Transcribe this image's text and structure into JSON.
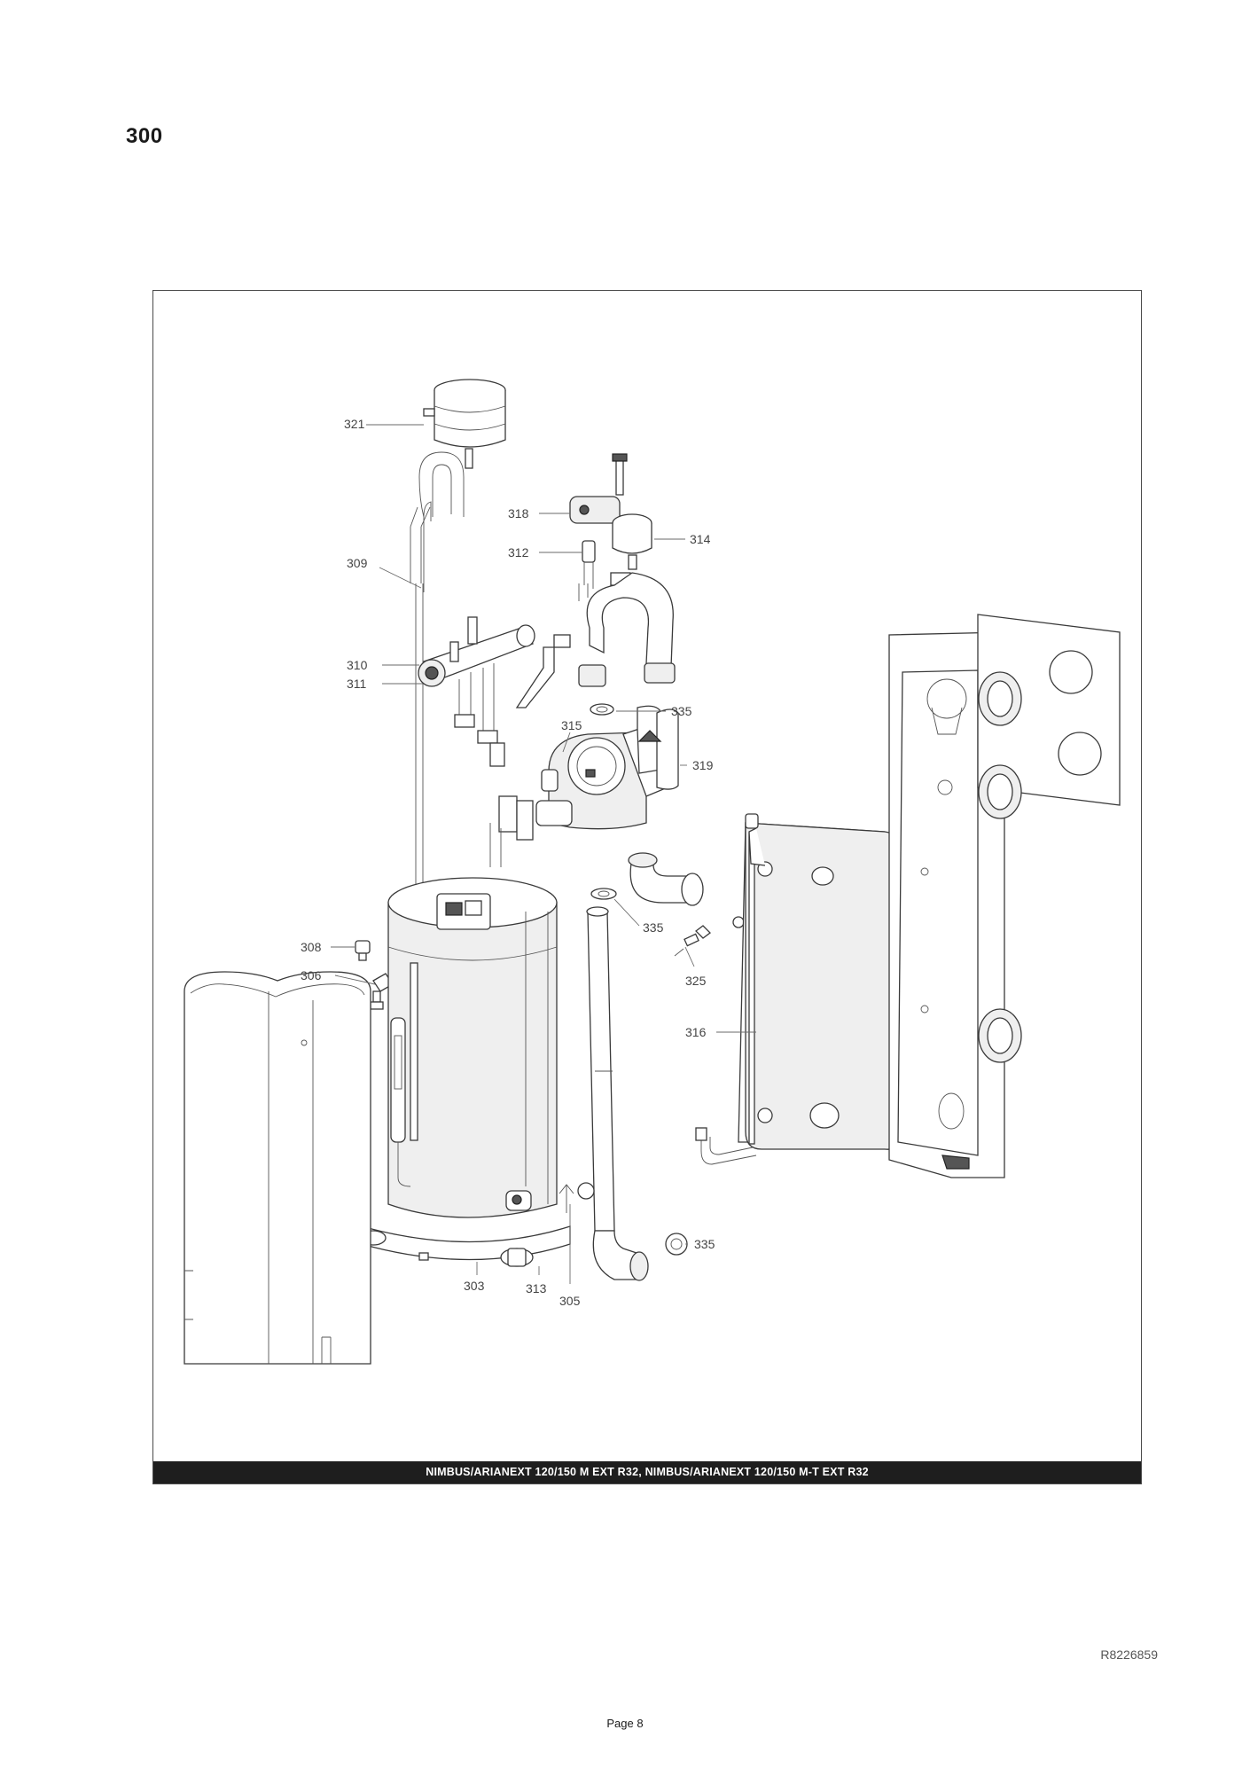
{
  "section_number": "300",
  "caption": "NIMBUS/ARIANEXT 120/150 M EXT R32, NIMBUS/ARIANEXT 120/150 M-T EXT R32",
  "ref_code": "R8226859",
  "page_label": "Page 8",
  "callouts": {
    "c321": "321",
    "c318": "318",
    "c314": "314",
    "c312": "312",
    "c309": "309",
    "c310": "310",
    "c311": "311",
    "c335a": "335",
    "c315": "315",
    "c319": "319",
    "c308": "308",
    "c306": "306",
    "c335b": "335",
    "c325": "325",
    "c316": "316",
    "c335c": "335",
    "c303": "303",
    "c313": "313",
    "c305": "305"
  }
}
